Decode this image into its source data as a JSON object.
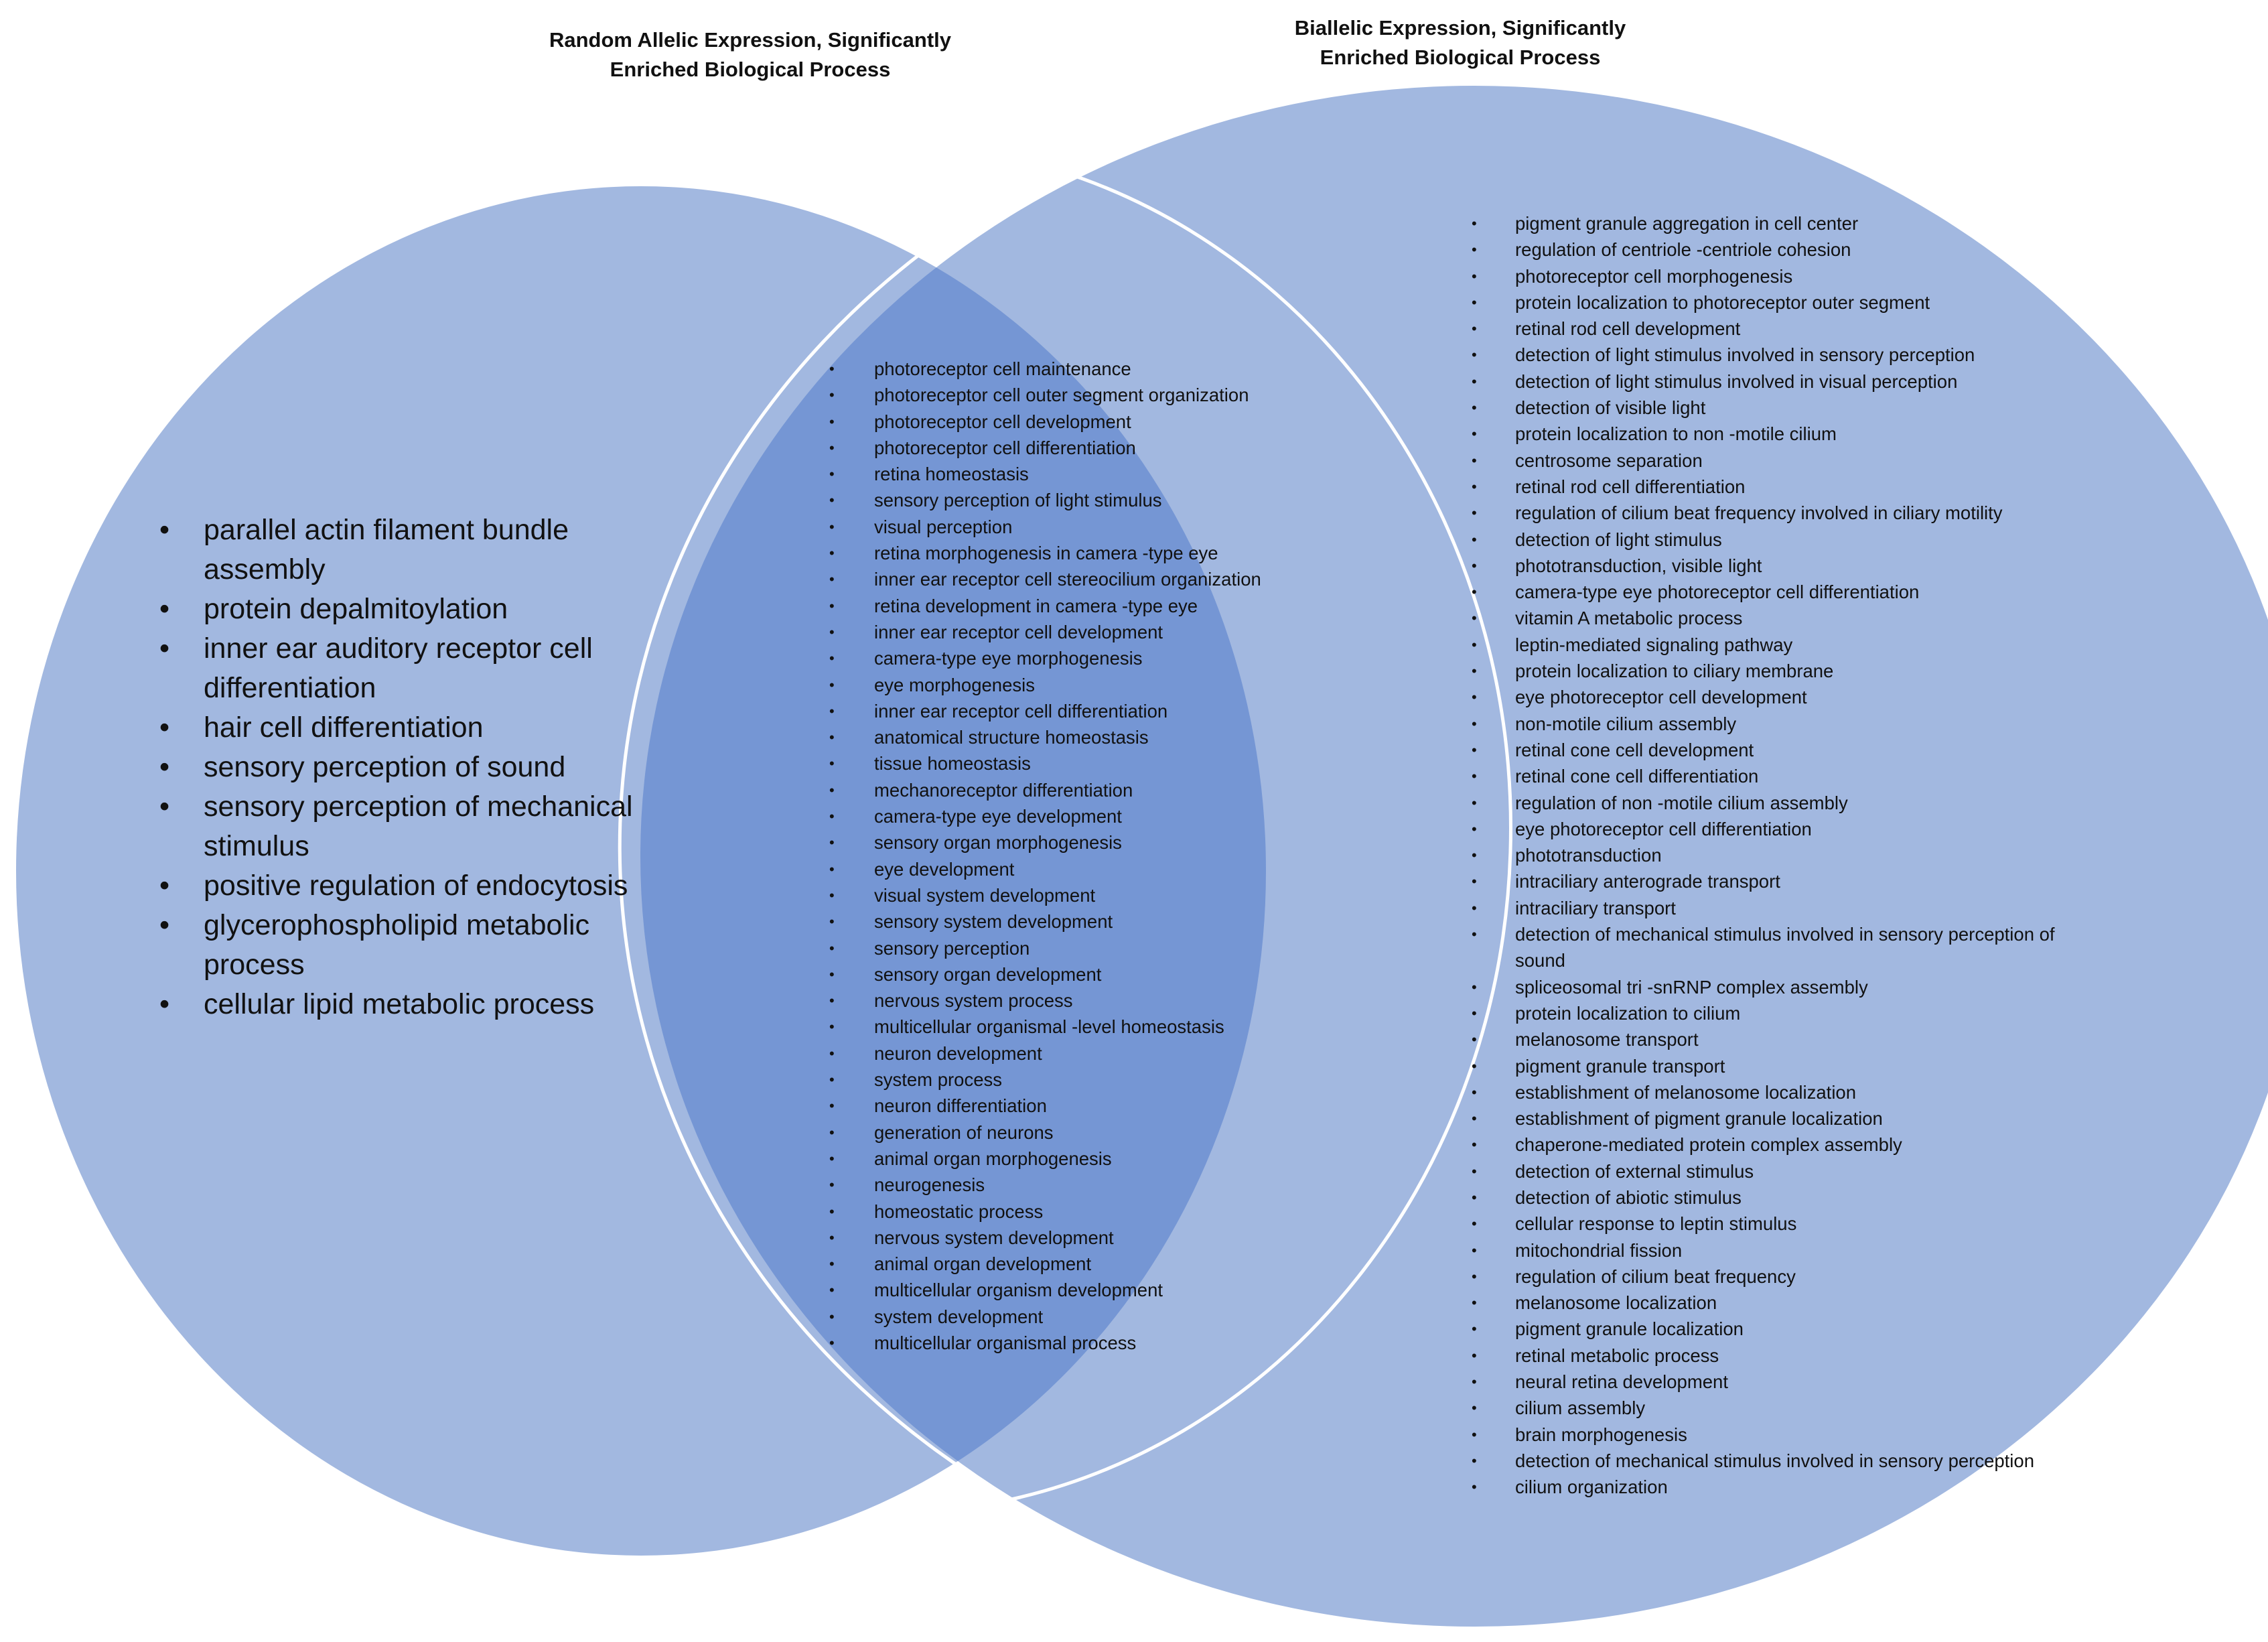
{
  "colors": {
    "circle_fill": "#a2b8e0",
    "overlap_fill": "#7596d4",
    "overlap_stroke": "#ffffff",
    "text": "#111111"
  },
  "left_set": {
    "title_line1": "Random Allelic Expression, Significantly",
    "title_line2": "Enriched Biological Process",
    "terms": [
      "parallel actin filament bundle assembly",
      "protein depalmitoylation",
      "inner ear auditory receptor cell differentiation",
      "hair cell differentiation",
      "sensory perception of sound",
      "sensory perception of mechanical stimulus",
      "positive regulation of endocytosis",
      "glycerophospholipid metabolic process",
      "cellular lipid metabolic process"
    ]
  },
  "right_set": {
    "title_line1": "Biallelic Expression, Significantly",
    "title_line2": "Enriched Biological Process",
    "terms": [
      "pigment granule aggregation in cell center",
      "regulation of centriole -centriole cohesion",
      "photoreceptor cell morphogenesis",
      "protein localization to photoreceptor outer segment",
      "retinal rod cell development",
      "detection of light stimulus involved in sensory perception",
      "detection of light stimulus involved in visual perception",
      "detection of visible light",
      "protein localization to non -motile cilium",
      "centrosome separation",
      "retinal rod cell differentiation",
      "regulation of cilium beat frequency involved in ciliary motility",
      "detection of light stimulus",
      "phototransduction, visible light",
      "camera-type eye photoreceptor cell differentiation",
      "vitamin A metabolic process",
      "leptin-mediated signaling pathway",
      "protein localization to ciliary membrane",
      "eye photoreceptor cell development",
      "non-motile cilium assembly",
      "retinal cone cell development",
      "retinal cone cell differentiation",
      "regulation of non -motile cilium assembly",
      "eye photoreceptor cell differentiation",
      "phototransduction",
      "intraciliary anterograde transport",
      "intraciliary transport",
      "detection of mechanical stimulus involved in sensory perception of sound",
      "spliceosomal tri -snRNP complex assembly",
      "protein localization to cilium",
      "melanosome transport",
      "pigment granule transport",
      "establishment of melanosome localization",
      "establishment of pigment granule localization",
      "chaperone-mediated protein complex assembly",
      "detection of external stimulus",
      "detection of abiotic stimulus",
      "cellular response to leptin stimulus",
      "mitochondrial fission",
      "regulation of cilium beat frequency",
      "melanosome localization",
      "pigment granule localization",
      "retinal metabolic process",
      "neural retina development",
      "cilium assembly",
      "brain morphogenesis",
      "detection of mechanical stimulus involved in sensory perception",
      "cilium organization"
    ]
  },
  "overlap": {
    "terms": [
      "photoreceptor cell maintenance",
      "photoreceptor cell outer segment organization",
      "photoreceptor cell development",
      "photoreceptor cell differentiation",
      "retina homeostasis",
      "sensory perception of light stimulus",
      "visual perception",
      "retina morphogenesis in camera  -type eye",
      "inner ear receptor cell stereocilium organization",
      "retina development in camera  -type eye",
      "inner ear receptor cell development",
      "camera-type eye morphogenesis",
      "eye morphogenesis",
      "inner ear receptor cell differentiation",
      "anatomical structure homeostasis",
      "tissue homeostasis",
      "mechanoreceptor differentiation",
      "camera-type eye development",
      "sensory organ morphogenesis",
      "eye development",
      "visual system development",
      "sensory system development",
      "sensory perception",
      "sensory organ development",
      "nervous system process",
      "multicellular organismal  -level homeostasis",
      "neuron development",
      "system process",
      "neuron differentiation",
      "generation of neurons",
      "animal organ morphogenesis",
      "neurogenesis",
      "homeostatic process",
      "nervous system development",
      "animal organ development",
      "multicellular organism development",
      "system development",
      "multicellular organismal process"
    ]
  }
}
